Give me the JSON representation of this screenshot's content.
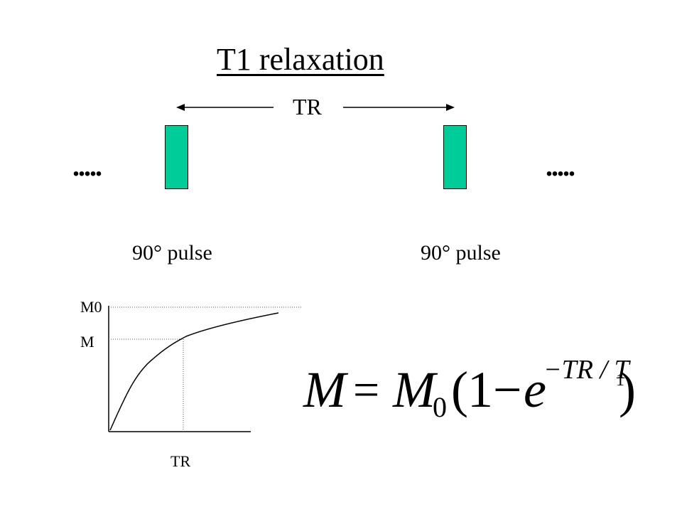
{
  "title": "T1 relaxation",
  "tr_label_top": "TR",
  "dots_left": ".....",
  "dots_right": ".....",
  "pulse_labels": [
    "90° pulse",
    "90° pulse"
  ],
  "pulse_color": "#00cc99",
  "graph": {
    "y_label_top": "M0",
    "y_label_mid": "M",
    "x_label": "TR"
  },
  "formula": {
    "lhs": "M",
    "equals": "=",
    "m_sub": "M",
    "sub_zero": "0",
    "open_paren": "(",
    "one_minus": "1−",
    "e": "e",
    "exponent": "−TR / T",
    "exponent_sub": "1",
    "close_paren": ")"
  }
}
